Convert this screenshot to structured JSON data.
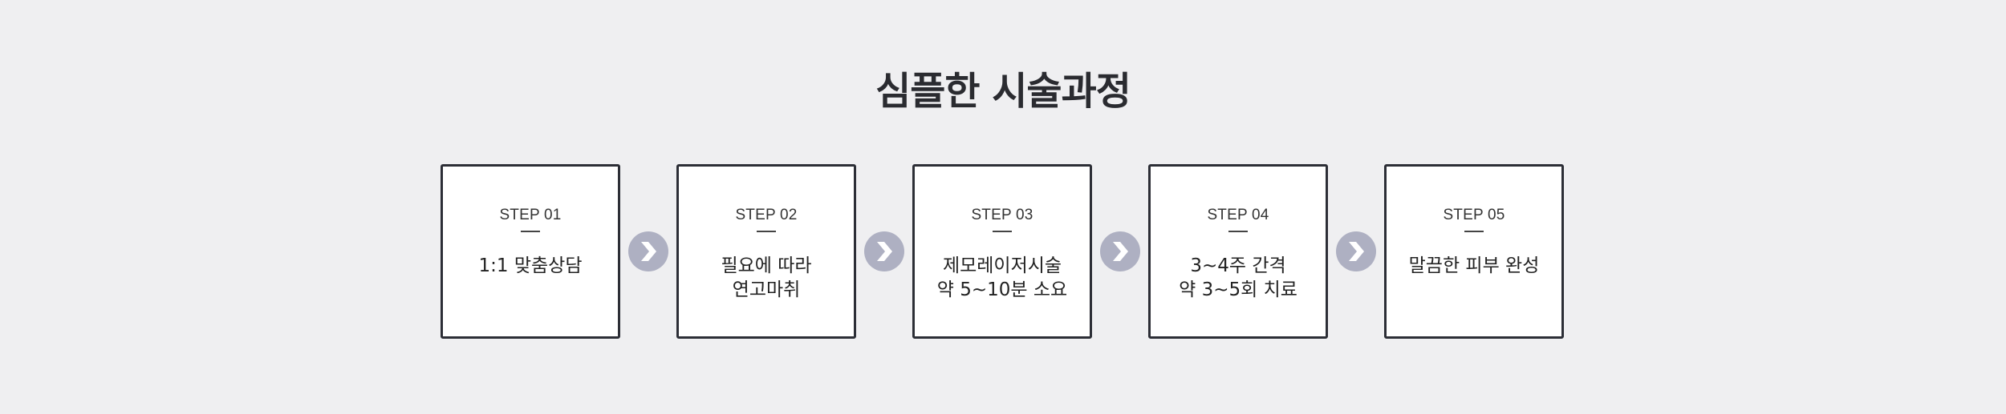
{
  "title": "심플한 시술과정",
  "steps": [
    {
      "label": "STEP 01",
      "lines": [
        "1:1 맞춤상담"
      ]
    },
    {
      "label": "STEP 02",
      "lines": [
        "필요에 따라",
        "연고마취"
      ]
    },
    {
      "label": "STEP 03",
      "lines": [
        "제모레이저시술",
        "약 5~10분 소요"
      ]
    },
    {
      "label": "STEP 04",
      "lines": [
        "3~4주 간격",
        "약 3~5회 치료"
      ]
    },
    {
      "label": "STEP 05",
      "lines": [
        "말끔한 피부 완성"
      ]
    }
  ],
  "arrow_icon": "chevron-right-circle-icon",
  "colors": {
    "background": "#efeff1",
    "box_border": "#2c2e36",
    "arrow_fill": "#aeb0c2"
  }
}
